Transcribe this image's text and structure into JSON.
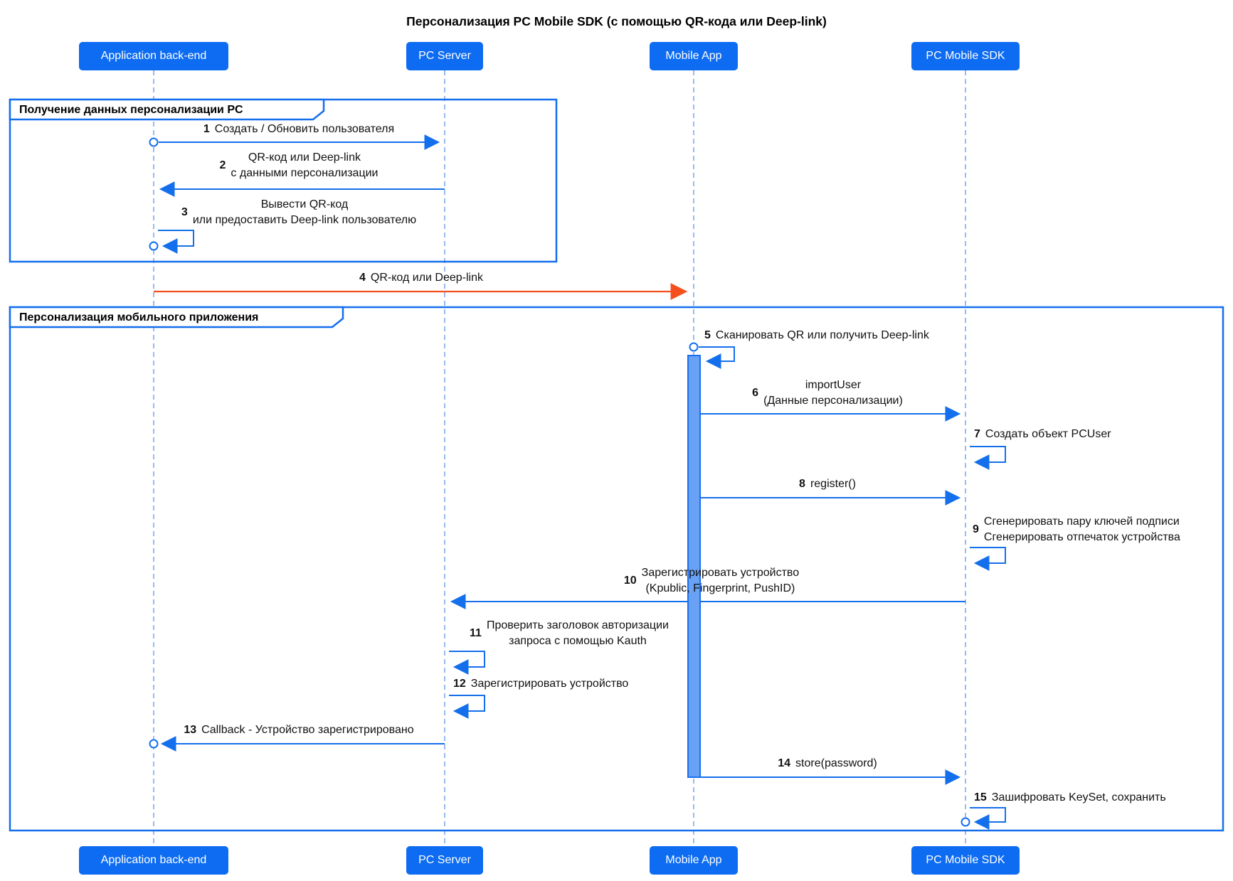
{
  "title": "Персонализация PC Mobile SDK (с помощью QR-кода или Deep-link)",
  "participants": [
    {
      "id": "app-backend",
      "label": "Application back-end"
    },
    {
      "id": "pc-server",
      "label": "PC Server"
    },
    {
      "id": "mobile-app",
      "label": "Mobile App"
    },
    {
      "id": "pc-mobile-sdk",
      "label": "PC Mobile SDK"
    }
  ],
  "frames": [
    {
      "label": "Получение данных персонализации PC"
    },
    {
      "label": "Персонализация мобильного приложения"
    }
  ],
  "messages": [
    {
      "num": "1",
      "lines": [
        "Создать / Обновить пользователя"
      ],
      "from": "Application back-end",
      "to": "PC Server",
      "type": "solid",
      "color": "blue"
    },
    {
      "num": "2",
      "lines": [
        "QR-код или Deep-link",
        "с данными персонализации"
      ],
      "from": "PC Server",
      "to": "Application back-end",
      "type": "solid",
      "color": "blue"
    },
    {
      "num": "3",
      "lines": [
        "Вывести QR-код",
        "или предоставить Deep-link пользователю"
      ],
      "from": "Application back-end",
      "to": "Application back-end",
      "type": "self",
      "color": "blue"
    },
    {
      "num": "4",
      "lines": [
        "QR-код или Deep-link"
      ],
      "from": "Application back-end",
      "to": "Mobile App",
      "type": "solid",
      "color": "orange"
    },
    {
      "num": "5",
      "lines": [
        "Сканировать QR или получить Deep-link"
      ],
      "from": "Mobile App",
      "to": "Mobile App",
      "type": "self",
      "color": "blue"
    },
    {
      "num": "6",
      "lines": [
        "importUser",
        "(Данные персонализации)"
      ],
      "from": "Mobile App",
      "to": "PC Mobile SDK",
      "type": "solid",
      "color": "blue"
    },
    {
      "num": "7",
      "lines": [
        "Создать объект PCUser"
      ],
      "from": "PC Mobile SDK",
      "to": "PC Mobile SDK",
      "type": "self",
      "color": "blue"
    },
    {
      "num": "8",
      "lines": [
        "register()"
      ],
      "from": "Mobile App",
      "to": "PC Mobile SDK",
      "type": "solid",
      "color": "blue"
    },
    {
      "num": "9",
      "lines": [
        "Сгенерировать пару ключей подписи",
        "Сгенерировать отпечаток устройства"
      ],
      "from": "PC Mobile SDK",
      "to": "PC Mobile SDK",
      "type": "self",
      "color": "blue"
    },
    {
      "num": "10",
      "lines": [
        "Зарегистрировать устройство",
        "(Kpublic, Fingerprint, PushID)"
      ],
      "from": "PC Mobile SDK",
      "to": "PC Server",
      "type": "solid",
      "color": "blue"
    },
    {
      "num": "11",
      "lines": [
        "Проверить заголовок авторизации",
        "запроса с помощью Kauth"
      ],
      "from": "PC Server",
      "to": "PC Server",
      "type": "self",
      "color": "blue"
    },
    {
      "num": "12",
      "lines": [
        "Зарегистрировать устройство"
      ],
      "from": "PC Server",
      "to": "PC Server",
      "type": "self",
      "color": "blue"
    },
    {
      "num": "13",
      "lines": [
        "Callback - Устройство зарегистрировано"
      ],
      "from": "PC Server",
      "to": "Application back-end",
      "type": "solid",
      "color": "blue"
    },
    {
      "num": "14",
      "lines": [
        "store(password)"
      ],
      "from": "Mobile App",
      "to": "PC Mobile SDK",
      "type": "solid",
      "color": "blue"
    },
    {
      "num": "15",
      "lines": [
        "Зашифровать KeySet, сохранить"
      ],
      "from": "PC Mobile SDK",
      "to": "PC Mobile SDK",
      "type": "self",
      "color": "blue"
    }
  ],
  "colors": {
    "participant_fill": "#0d6cf2",
    "line_blue": "#146fec",
    "line_orange": "#f4501e",
    "lifeline": "#8ab4f0",
    "activation_fill": "#69a2f5",
    "frame_border": "#146fec",
    "text": "#111111",
    "background": "#ffffff"
  }
}
